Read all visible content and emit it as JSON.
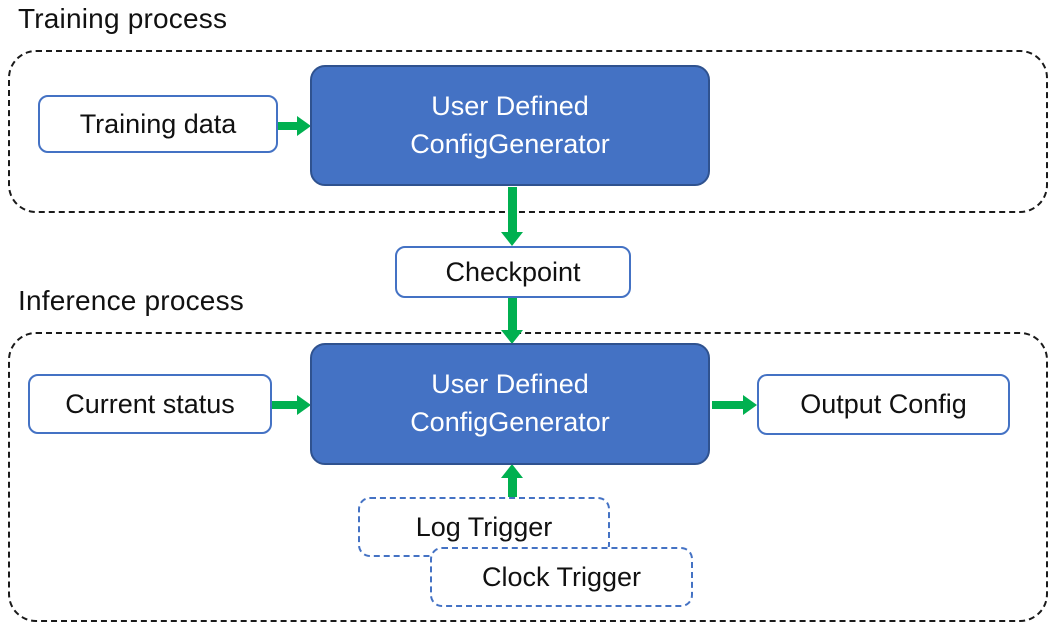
{
  "colors": {
    "accent-blue": "#4472C4",
    "accent-blue-dark": "#2F528F",
    "arrow-green": "#00B050",
    "dash-black": "#1a1a1a",
    "text-black": "#111111",
    "box-text-white": "#ffffff"
  },
  "training": {
    "section_label": "Training process",
    "training_data_label": "Training data",
    "generator": {
      "line1": "User Defined",
      "line2": "ConfigGenerator"
    }
  },
  "checkpoint_label": "Checkpoint",
  "inference": {
    "section_label": "Inference process",
    "current_status_label": "Current status",
    "generator": {
      "line1": "User Defined",
      "line2": "ConfigGenerator"
    },
    "output_config_label": "Output Config",
    "log_trigger_label": "Log Trigger",
    "clock_trigger_label": "Clock Trigger"
  }
}
